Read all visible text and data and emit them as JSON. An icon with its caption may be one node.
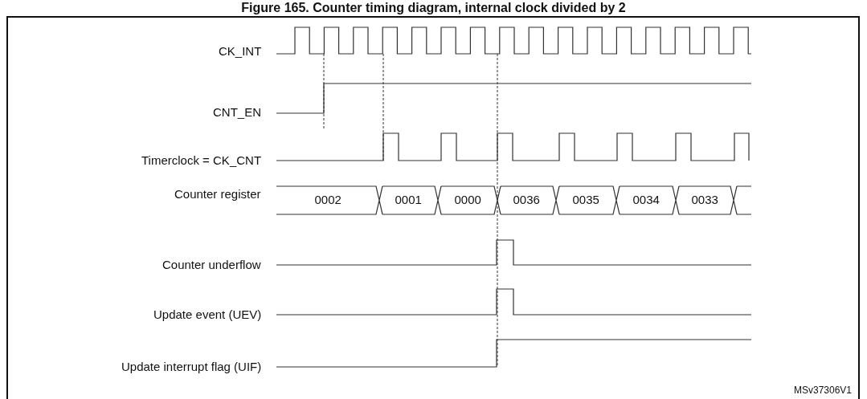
{
  "diagram": {
    "title": "Figure 165. Counter timing diagram, internal clock divided by 2",
    "labels": [
      "CK_INT",
      "CNT_EN",
      "Timerclock = CK_CNT",
      "Counter register",
      "0002",
      "0001",
      "0000",
      "0036",
      "0035",
      "0034",
      "0033",
      "Counter underflow",
      "Update event (UEV)",
      "Update interrupt flag (UIF)",
      "MSv37306V1"
    ]
  }
}
